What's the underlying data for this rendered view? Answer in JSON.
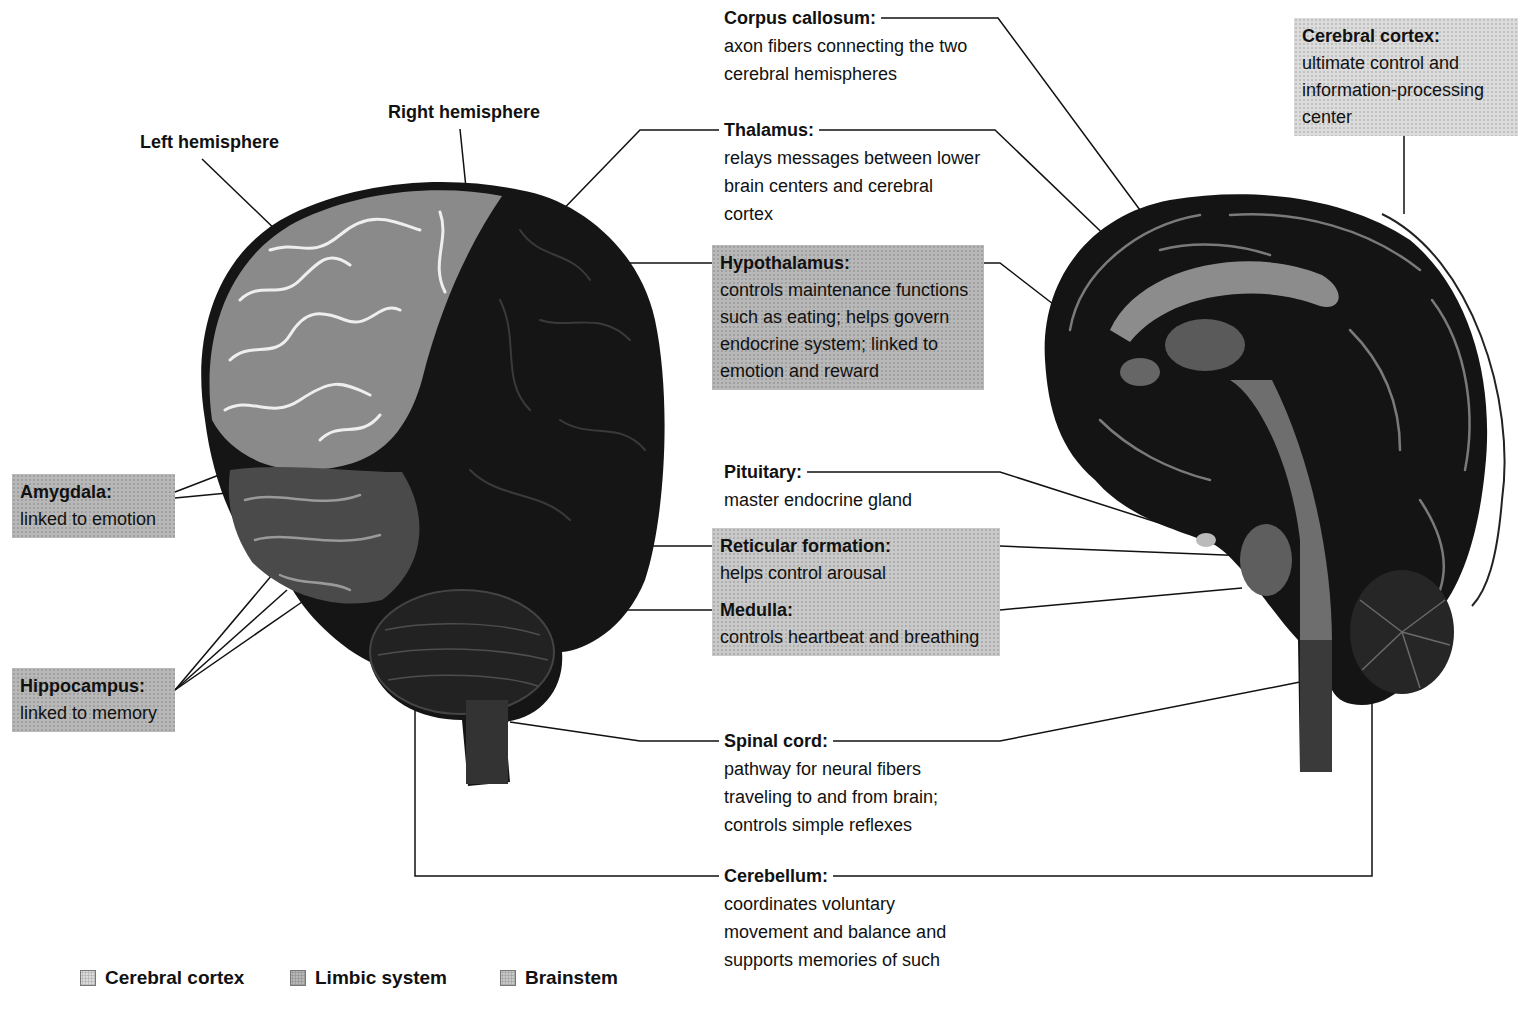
{
  "diagram": {
    "nodes": [
      {
        "text": [
          "Cerebral cortex:",
          "ultimate control and information-processing center"
        ]
      },
      {
        "text": [
          "Hypothalamus:",
          "controls maintenance functions such as eating; helps govern endocrine system; linked to emotion and reward"
        ]
      },
      {
        "text": [
          "Amygdala:",
          "linked to emotion"
        ]
      },
      {
        "text": [
          "Reticular formation:",
          "helps control arousal"
        ]
      },
      {
        "text": [
          "Medulla:",
          "controls heartbeat and breathing"
        ]
      },
      {
        "text": [
          "Hippocampus:",
          "linked to memory"
        ]
      }
    ],
    "labels": [
      "Left hemisphere",
      "Right hemisphere",
      "Corpus callosum:",
      "axon fibers connecting the two cerebral hemispheres",
      "Thalamus:",
      "relays messages between lower brain centers and cerebral cortex",
      "Pituitary:",
      "master endocrine gland",
      "Spinal cord:",
      "pathway for neural fibers traveling to and from brain; controls simple reflexes",
      "Cerebellum:",
      "coordinates voluntary movement and balance and supports memories of such"
    ],
    "legend": [
      {
        "text": "Cerebral cortex",
        "color": "#dcdcdc"
      },
      {
        "text": "Limbic system",
        "color": "#b8b8b8"
      },
      {
        "text": "Brainstem",
        "color": "#c9c9c9"
      }
    ]
  }
}
